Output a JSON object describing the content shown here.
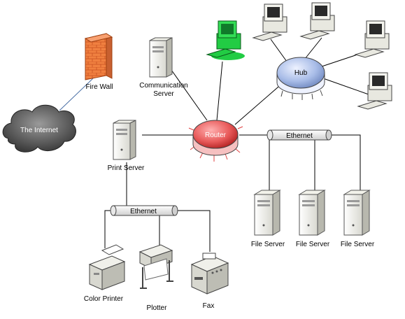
{
  "nodes": {
    "internet": "The Internet",
    "firewall": "Fire Wall",
    "comm_server_line1": "Communication",
    "comm_server_line2": "Server",
    "router": "Router",
    "hub": "Hub",
    "print_server": "Print Server",
    "ethernet_left": "Ethernet",
    "ethernet_right": "Ethernet",
    "file_server_1": "File Server",
    "file_server_2": "File Server",
    "file_server_3": "File Server",
    "color_printer": "Color Printer",
    "plotter": "Plotter",
    "fax": "Fax"
  },
  "colors": {
    "router": "#e85a5a",
    "hub": "#a9bde8",
    "firewall": "#f08040",
    "highlighted_workstation": "#22cc44",
    "link": "#000000",
    "internet_link": "#4a6fa5"
  }
}
